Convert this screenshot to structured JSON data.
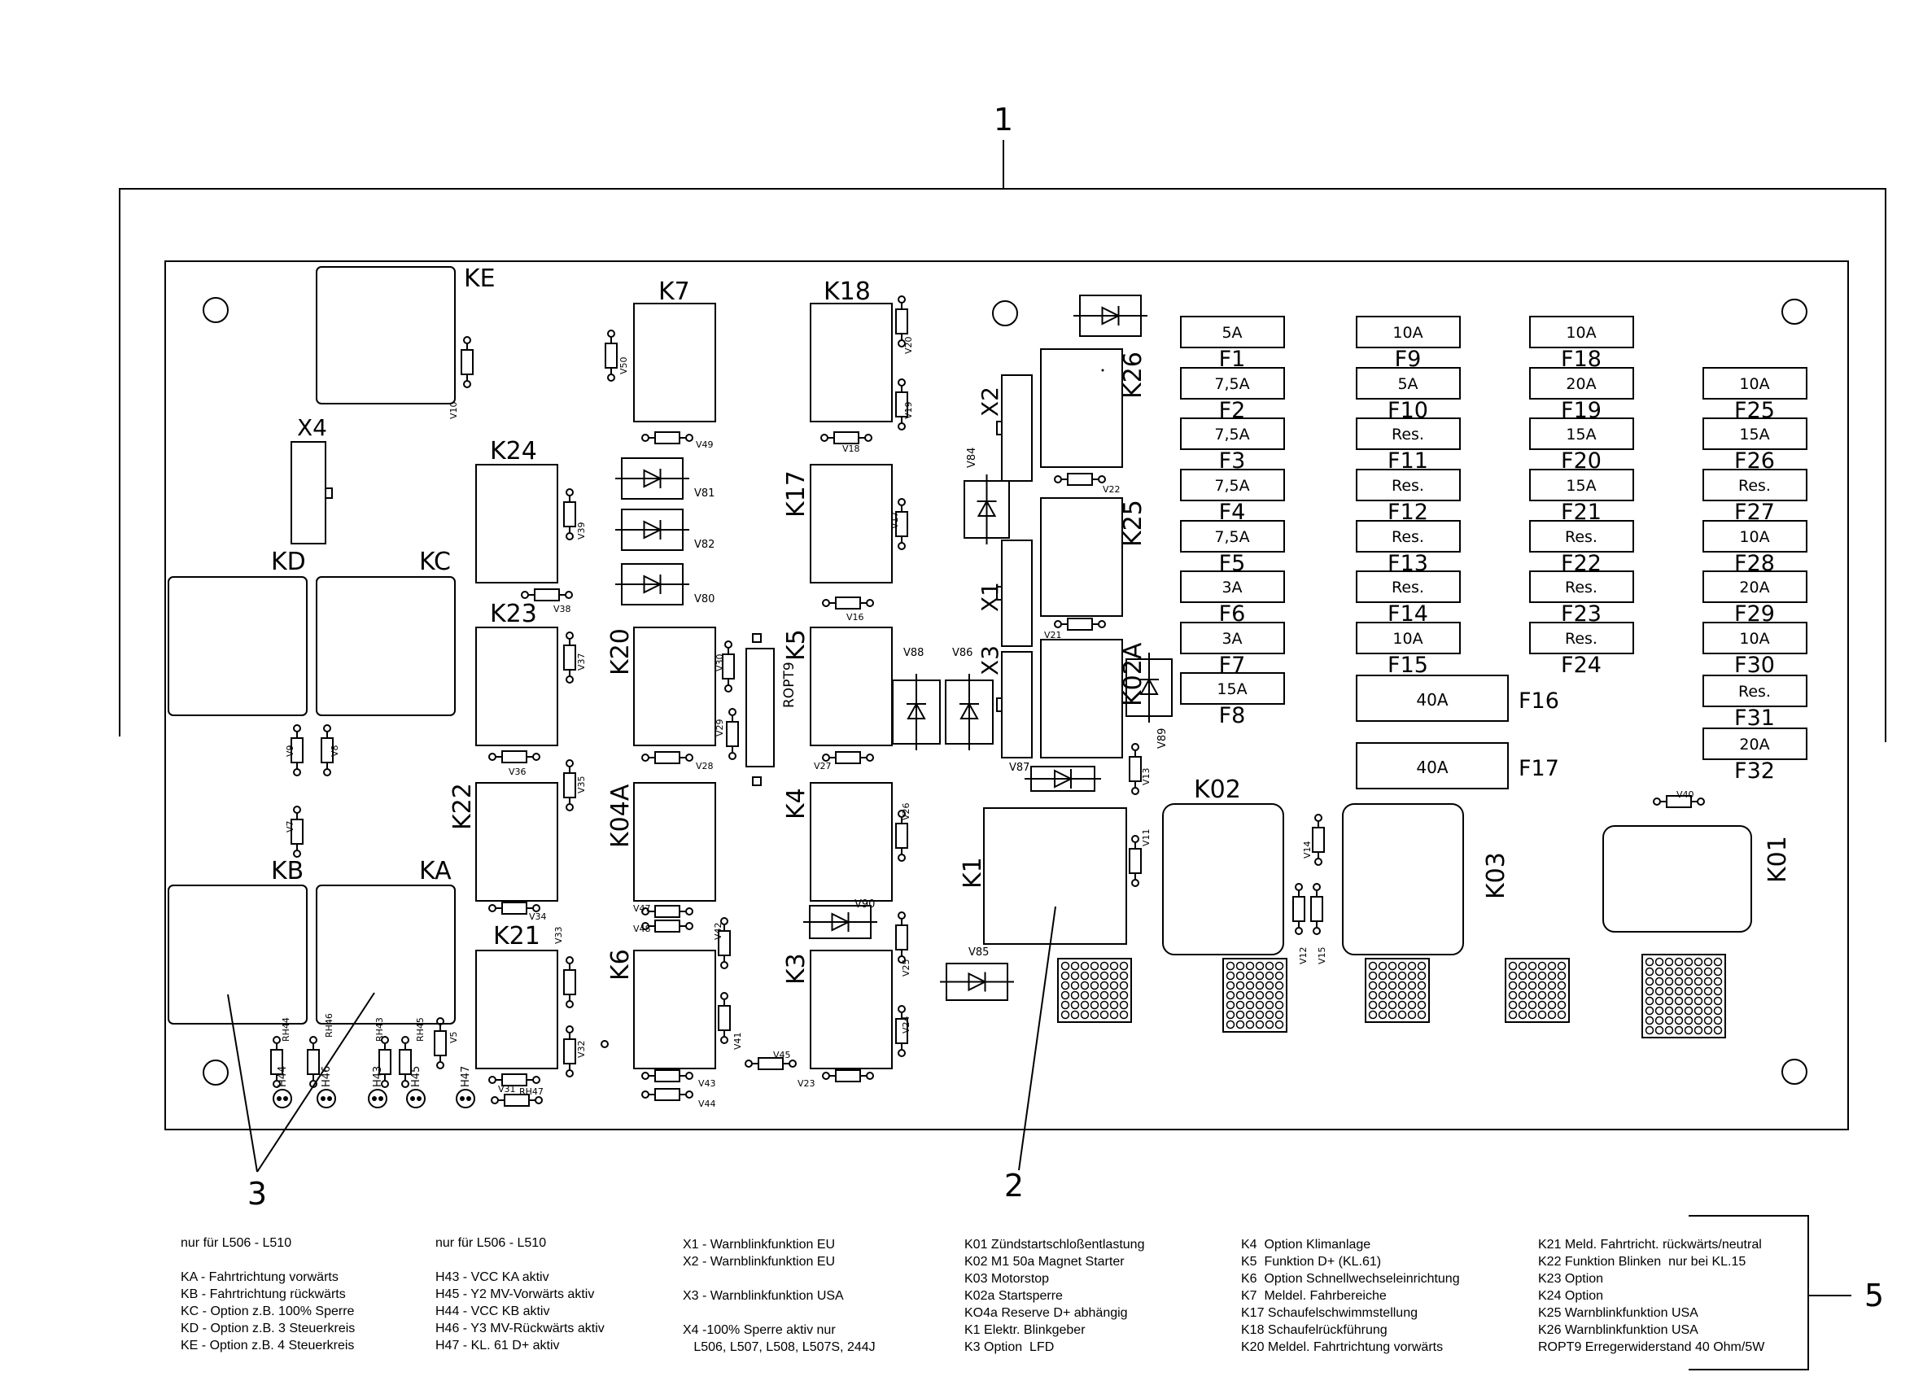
{
  "callouts": [
    "1",
    "2",
    "3",
    "5"
  ],
  "relays": [
    {
      "label": "KE"
    },
    {
      "label": "KD"
    },
    {
      "label": "KC"
    },
    {
      "label": "KB"
    },
    {
      "label": "KA"
    },
    {
      "label": "X4"
    },
    {
      "label": "K24"
    },
    {
      "label": "K23"
    },
    {
      "label": "K22"
    },
    {
      "label": "K21"
    },
    {
      "label": "K7"
    },
    {
      "label": "K18"
    },
    {
      "label": "K17"
    },
    {
      "label": "K20"
    },
    {
      "label": "K5"
    },
    {
      "label": "K04A"
    },
    {
      "label": "K4"
    },
    {
      "label": "K6"
    },
    {
      "label": "K3"
    },
    {
      "label": "K26"
    },
    {
      "label": "K25"
    },
    {
      "label": "K02A"
    },
    {
      "label": "X2"
    },
    {
      "label": "X1"
    },
    {
      "label": "X3"
    },
    {
      "label": "K1"
    },
    {
      "label": "K02"
    },
    {
      "label": "K03"
    },
    {
      "label": "K01"
    },
    {
      "label": "ROPT9"
    }
  ],
  "fuses": [
    {
      "rating": "5A",
      "label": "F1"
    },
    {
      "rating": "7,5A",
      "label": "F2"
    },
    {
      "rating": "7,5A",
      "label": "F3"
    },
    {
      "rating": "7,5A",
      "label": "F4"
    },
    {
      "rating": "7,5A",
      "label": "F5"
    },
    {
      "rating": "3A",
      "label": "F6"
    },
    {
      "rating": "3A",
      "label": "F7"
    },
    {
      "rating": "15A",
      "label": "F8"
    },
    {
      "rating": "10A",
      "label": "F9"
    },
    {
      "rating": "5A",
      "label": "F10"
    },
    {
      "rating": "Res.",
      "label": "F11"
    },
    {
      "rating": "Res.",
      "label": "F12"
    },
    {
      "rating": "Res.",
      "label": "F13"
    },
    {
      "rating": "Res.",
      "label": "F14"
    },
    {
      "rating": "10A",
      "label": "F15"
    },
    {
      "rating": "40A",
      "label": "F16"
    },
    {
      "rating": "40A",
      "label": "F17"
    },
    {
      "rating": "10A",
      "label": "F18"
    },
    {
      "rating": "20A",
      "label": "F19"
    },
    {
      "rating": "15A",
      "label": "F20"
    },
    {
      "rating": "15A",
      "label": "F21"
    },
    {
      "rating": "Res.",
      "label": "F22"
    },
    {
      "rating": "Res.",
      "label": "F23"
    },
    {
      "rating": "Res.",
      "label": "F24"
    },
    {
      "rating": "10A",
      "label": "F25"
    },
    {
      "rating": "15A",
      "label": "F26"
    },
    {
      "rating": "Res.",
      "label": "F27"
    },
    {
      "rating": "10A",
      "label": "F28"
    },
    {
      "rating": "20A",
      "label": "F29"
    },
    {
      "rating": "10A",
      "label": "F30"
    },
    {
      "rating": "Res.",
      "label": "F31"
    },
    {
      "rating": "20A",
      "label": "F32"
    }
  ],
  "components": [
    "V10",
    "V50",
    "V20",
    "V19",
    "V49",
    "V18",
    "V39",
    "V38",
    "V37",
    "V36",
    "V35",
    "V34",
    "V33",
    "V32",
    "V31",
    "V81",
    "V82",
    "V80",
    "V30",
    "V29",
    "V28",
    "V17",
    "V16",
    "V27",
    "V26",
    "V25",
    "V24",
    "V23",
    "V22",
    "V21",
    "V84",
    "V88",
    "V86",
    "V87",
    "V89",
    "V13",
    "V11",
    "V14",
    "V12",
    "V15",
    "V40",
    "V9",
    "V8",
    "V7",
    "V5",
    "V42",
    "V41",
    "V45",
    "V43",
    "V44",
    "V47",
    "V48",
    "V90",
    "V85",
    "RH44",
    "RH46",
    "RH43",
    "RH45",
    "RH47",
    "H44",
    "H46",
    "H43",
    "H45",
    "H47"
  ],
  "legend": {
    "col1": [
      "nur für L506 - L510",
      "",
      "KA - Fahrtrichtung vorwärts",
      "KB - Fahrtrichtung rückwärts",
      "KC - Option z.B. 100% Sperre",
      "KD - Option z.B. 3 Steuerkreis",
      "KE - Option z.B. 4 Steuerkreis"
    ],
    "col2": [
      "nur für L506 - L510",
      "",
      "H43 - VCC KA aktiv",
      "H45 - Y2 MV-Vorwärts aktiv",
      "H44 - VCC KB aktiv",
      "H46 - Y3 MV-Rückwärts aktiv",
      "H47 - KL. 61 D+ aktiv"
    ],
    "col3": [
      "X1 - Warnblinkfunktion EU",
      "X2 - Warnblinkfunktion EU",
      "",
      "X3 - Warnblinkfunktion USA",
      "",
      "X4 -100% Sperre aktiv nur",
      "   L506, L507, L508, L507S, 244J"
    ],
    "col4": [
      "K01 Zündstartschloßentlastung",
      "K02 M1 50a Magnet Starter",
      "K03 Motorstop",
      "K02a Startsperre",
      "KO4a Reserve D+ abhängig",
      "K1 Elektr. Blinkgeber",
      "K3 Option  LFD"
    ],
    "col5": [
      "K4  Option Klimanlage",
      "K5  Funktion D+ (KL.61)",
      "K6  Option Schnellwechseleinrichtung",
      "K7  Meldel. Fahrbereiche",
      "K17 Schaufelschwimmstellung",
      "K18 Schaufelrückführung",
      "K20 Meldel. Fahrtrichtung vorwärts"
    ],
    "col6": [
      "K21 Meld. Fahrtricht. rückwärts/neutral",
      "K22 Funktion Blinken  nur bei KL.15",
      "K23 Option",
      "K24 Option",
      "K25 Warnblinkfunktion USA",
      "K26 Warnblinkfunktion USA",
      "ROPT9 Erregerwiderstand 40 Ohm/5W"
    ]
  }
}
